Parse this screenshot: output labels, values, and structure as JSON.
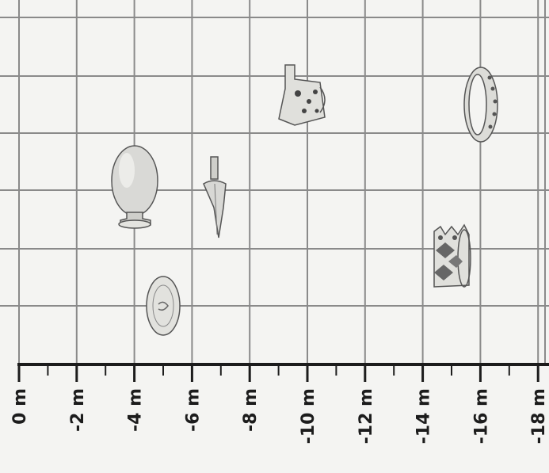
{
  "scale": {
    "unit": "m",
    "ticks": [
      {
        "value": 0,
        "label": "0 m"
      },
      {
        "value": -2,
        "label": "-2 m"
      },
      {
        "value": -4,
        "label": "-4 m"
      },
      {
        "value": -6,
        "label": "-6 m"
      },
      {
        "value": -8,
        "label": "-8 m"
      },
      {
        "value": -10,
        "label": "-10 m"
      },
      {
        "value": -12,
        "label": "-12 m"
      },
      {
        "value": -14,
        "label": "-14 m"
      },
      {
        "value": -16,
        "label": "-16 m"
      },
      {
        "value": -18,
        "label": "-18 m"
      }
    ]
  },
  "artifacts": [
    {
      "id": "jar",
      "icon": "jar-icon"
    },
    {
      "id": "spearhead",
      "icon": "spearhead-icon"
    },
    {
      "id": "disc",
      "icon": "disc-icon"
    },
    {
      "id": "cup",
      "icon": "cup-icon"
    },
    {
      "id": "ring",
      "icon": "ring-icon"
    },
    {
      "id": "crown",
      "icon": "crown-icon"
    }
  ],
  "colors": {
    "background": "#f4f4f2",
    "grid": "#8a8a8a",
    "axis": "#1c1c1c"
  }
}
